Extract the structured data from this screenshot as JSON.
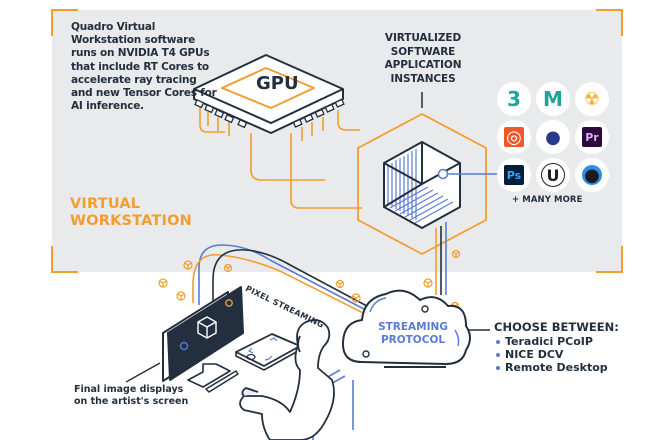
{
  "description": "Quadro Virtual Workstation software runs on NVIDIA T4 GPUs that include RT Cores to accelerate ray tracing and new Tensor Cores for AI inference.",
  "instances_heading": "VIRTUALIZED SOFTWARE APPLICATION INSTANCES",
  "gpu_label": "GPU",
  "section_title_line1": "VIRTUAL",
  "section_title_line2": "WORKSTATION",
  "more_label": "+ MANY MORE",
  "pixel_streaming_label": "PIXEL STREAMING",
  "streaming_protocol_line1": "STREAMING",
  "streaming_protocol_line2": "PROTOCOL",
  "choose": {
    "heading": "CHOOSE BETWEEN:",
    "options": [
      "Teradici PCoIP",
      "NICE DCV",
      "Remote Desktop"
    ]
  },
  "final_caption_line1": "Final image displays",
  "final_caption_line2": "on the artist's screen",
  "apps": [
    {
      "name": "3ds-max",
      "glyph": "3",
      "color": "#1fa39a",
      "bg": "#ffffff"
    },
    {
      "name": "maya",
      "glyph": "M",
      "color": "#1fa39a",
      "bg": "#ffffff"
    },
    {
      "name": "nuke",
      "glyph": "☢",
      "color": "#f2b233",
      "bg": "#ffffff"
    },
    {
      "name": "houdini",
      "glyph": "◎",
      "color": "#ffffff",
      "bg": "#f0582a"
    },
    {
      "name": "cinema-4d",
      "glyph": "●",
      "color": "#2a3a8a",
      "bg": "#ffffff"
    },
    {
      "name": "premiere-pro",
      "glyph": "Pr",
      "color": "#e6a8ff",
      "bg": "#2b0a3d"
    },
    {
      "name": "photoshop",
      "glyph": "Ps",
      "color": "#31a8ff",
      "bg": "#001e36"
    },
    {
      "name": "unreal-engine",
      "glyph": "U",
      "color": "#222222",
      "bg": "#ffffff"
    },
    {
      "name": "keyshot",
      "glyph": "●",
      "color": "#1b1b1b",
      "bg": "#2d8ee8"
    }
  ],
  "colors": {
    "panel": "#e9eaeb",
    "accent_orange": "#f29d2f",
    "accent_blue": "#5a7bd6",
    "ink": "#232f3e"
  }
}
